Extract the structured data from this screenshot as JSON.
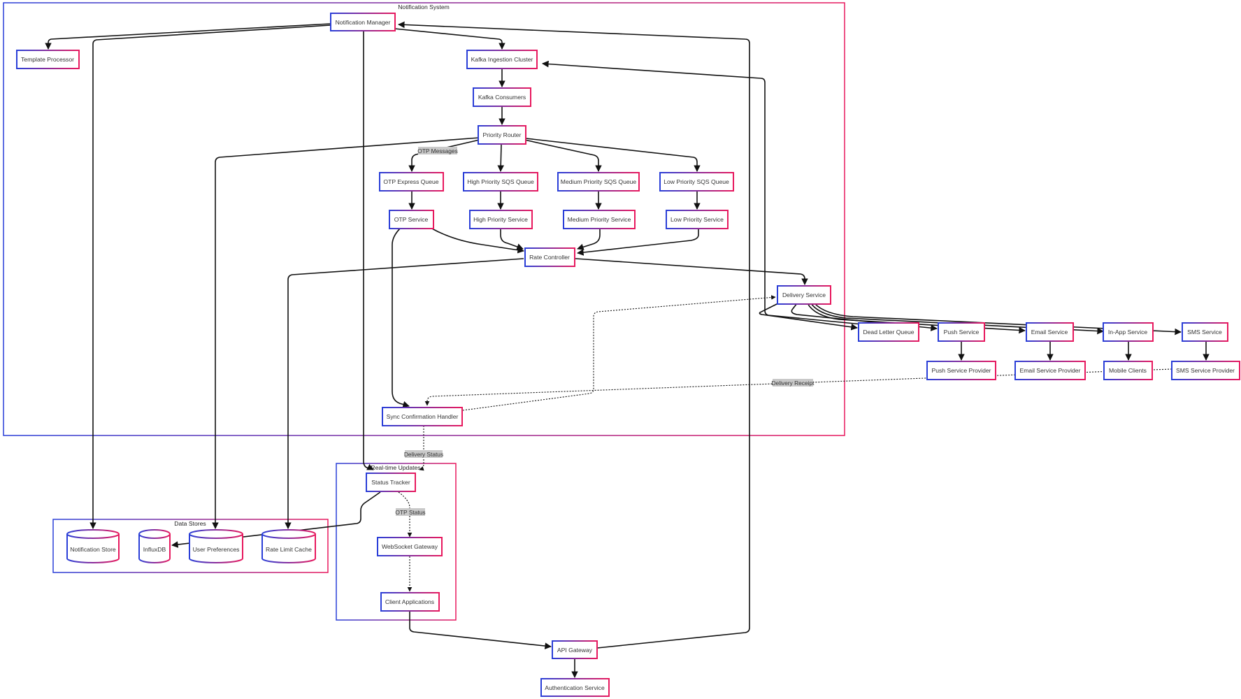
{
  "colors": {
    "gradient_start": "#2a3fd8",
    "gradient_end": "#e8195e",
    "edge": "#111111",
    "label_bg": "#c9c9c9"
  },
  "clusters": {
    "notification_system": "Notification System",
    "data_stores": "Data Stores",
    "realtime_updates": "Real-time Updates"
  },
  "nodes": {
    "notification_manager": "Notification Manager",
    "template_processor": "Template Processor",
    "kafka_ingestion": "Kafka Ingestion Cluster",
    "kafka_consumers": "Kafka Consumers",
    "priority_router": "Priority Router",
    "otp_queue": "OTP Express Queue",
    "high_queue": "High Priority SQS Queue",
    "medium_queue": "Medium Priority SQS Queue",
    "low_queue": "Low Priority SQS Queue",
    "otp_service": "OTP Service",
    "high_service": "High Priority Service",
    "medium_service": "Medium Priority Service",
    "low_service": "Low Priority Service",
    "rate_controller": "Rate Controller",
    "delivery_service": "Delivery Service",
    "dead_letter_queue": "Dead Letter Queue",
    "push_service": "Push Service",
    "email_service": "Email Service",
    "inapp_service": "In-App Service",
    "sms_service": "SMS Service",
    "push_provider": "Push Service Provider",
    "email_provider": "Email Service Provider",
    "mobile_clients": "Mobile Clients",
    "sms_provider": "SMS Service Provider",
    "sync_handler": "Sync Confirmation Handler",
    "status_tracker": "Status Tracker",
    "websocket_gateway": "WebSocket Gateway",
    "client_applications": "Client Applications",
    "api_gateway": "API Gateway",
    "auth_service": "Authentication Service",
    "notification_store": "Notification Store",
    "influxdb": "InfluxDB",
    "user_preferences": "User Preferences",
    "rate_limit_cache": "Rate Limit Cache"
  },
  "edge_labels": {
    "otp_messages": "OTP Messages",
    "delivery_receipt": "Delivery Receipt",
    "delivery_status": "Delivery Status",
    "otp_status": "OTP Status"
  }
}
